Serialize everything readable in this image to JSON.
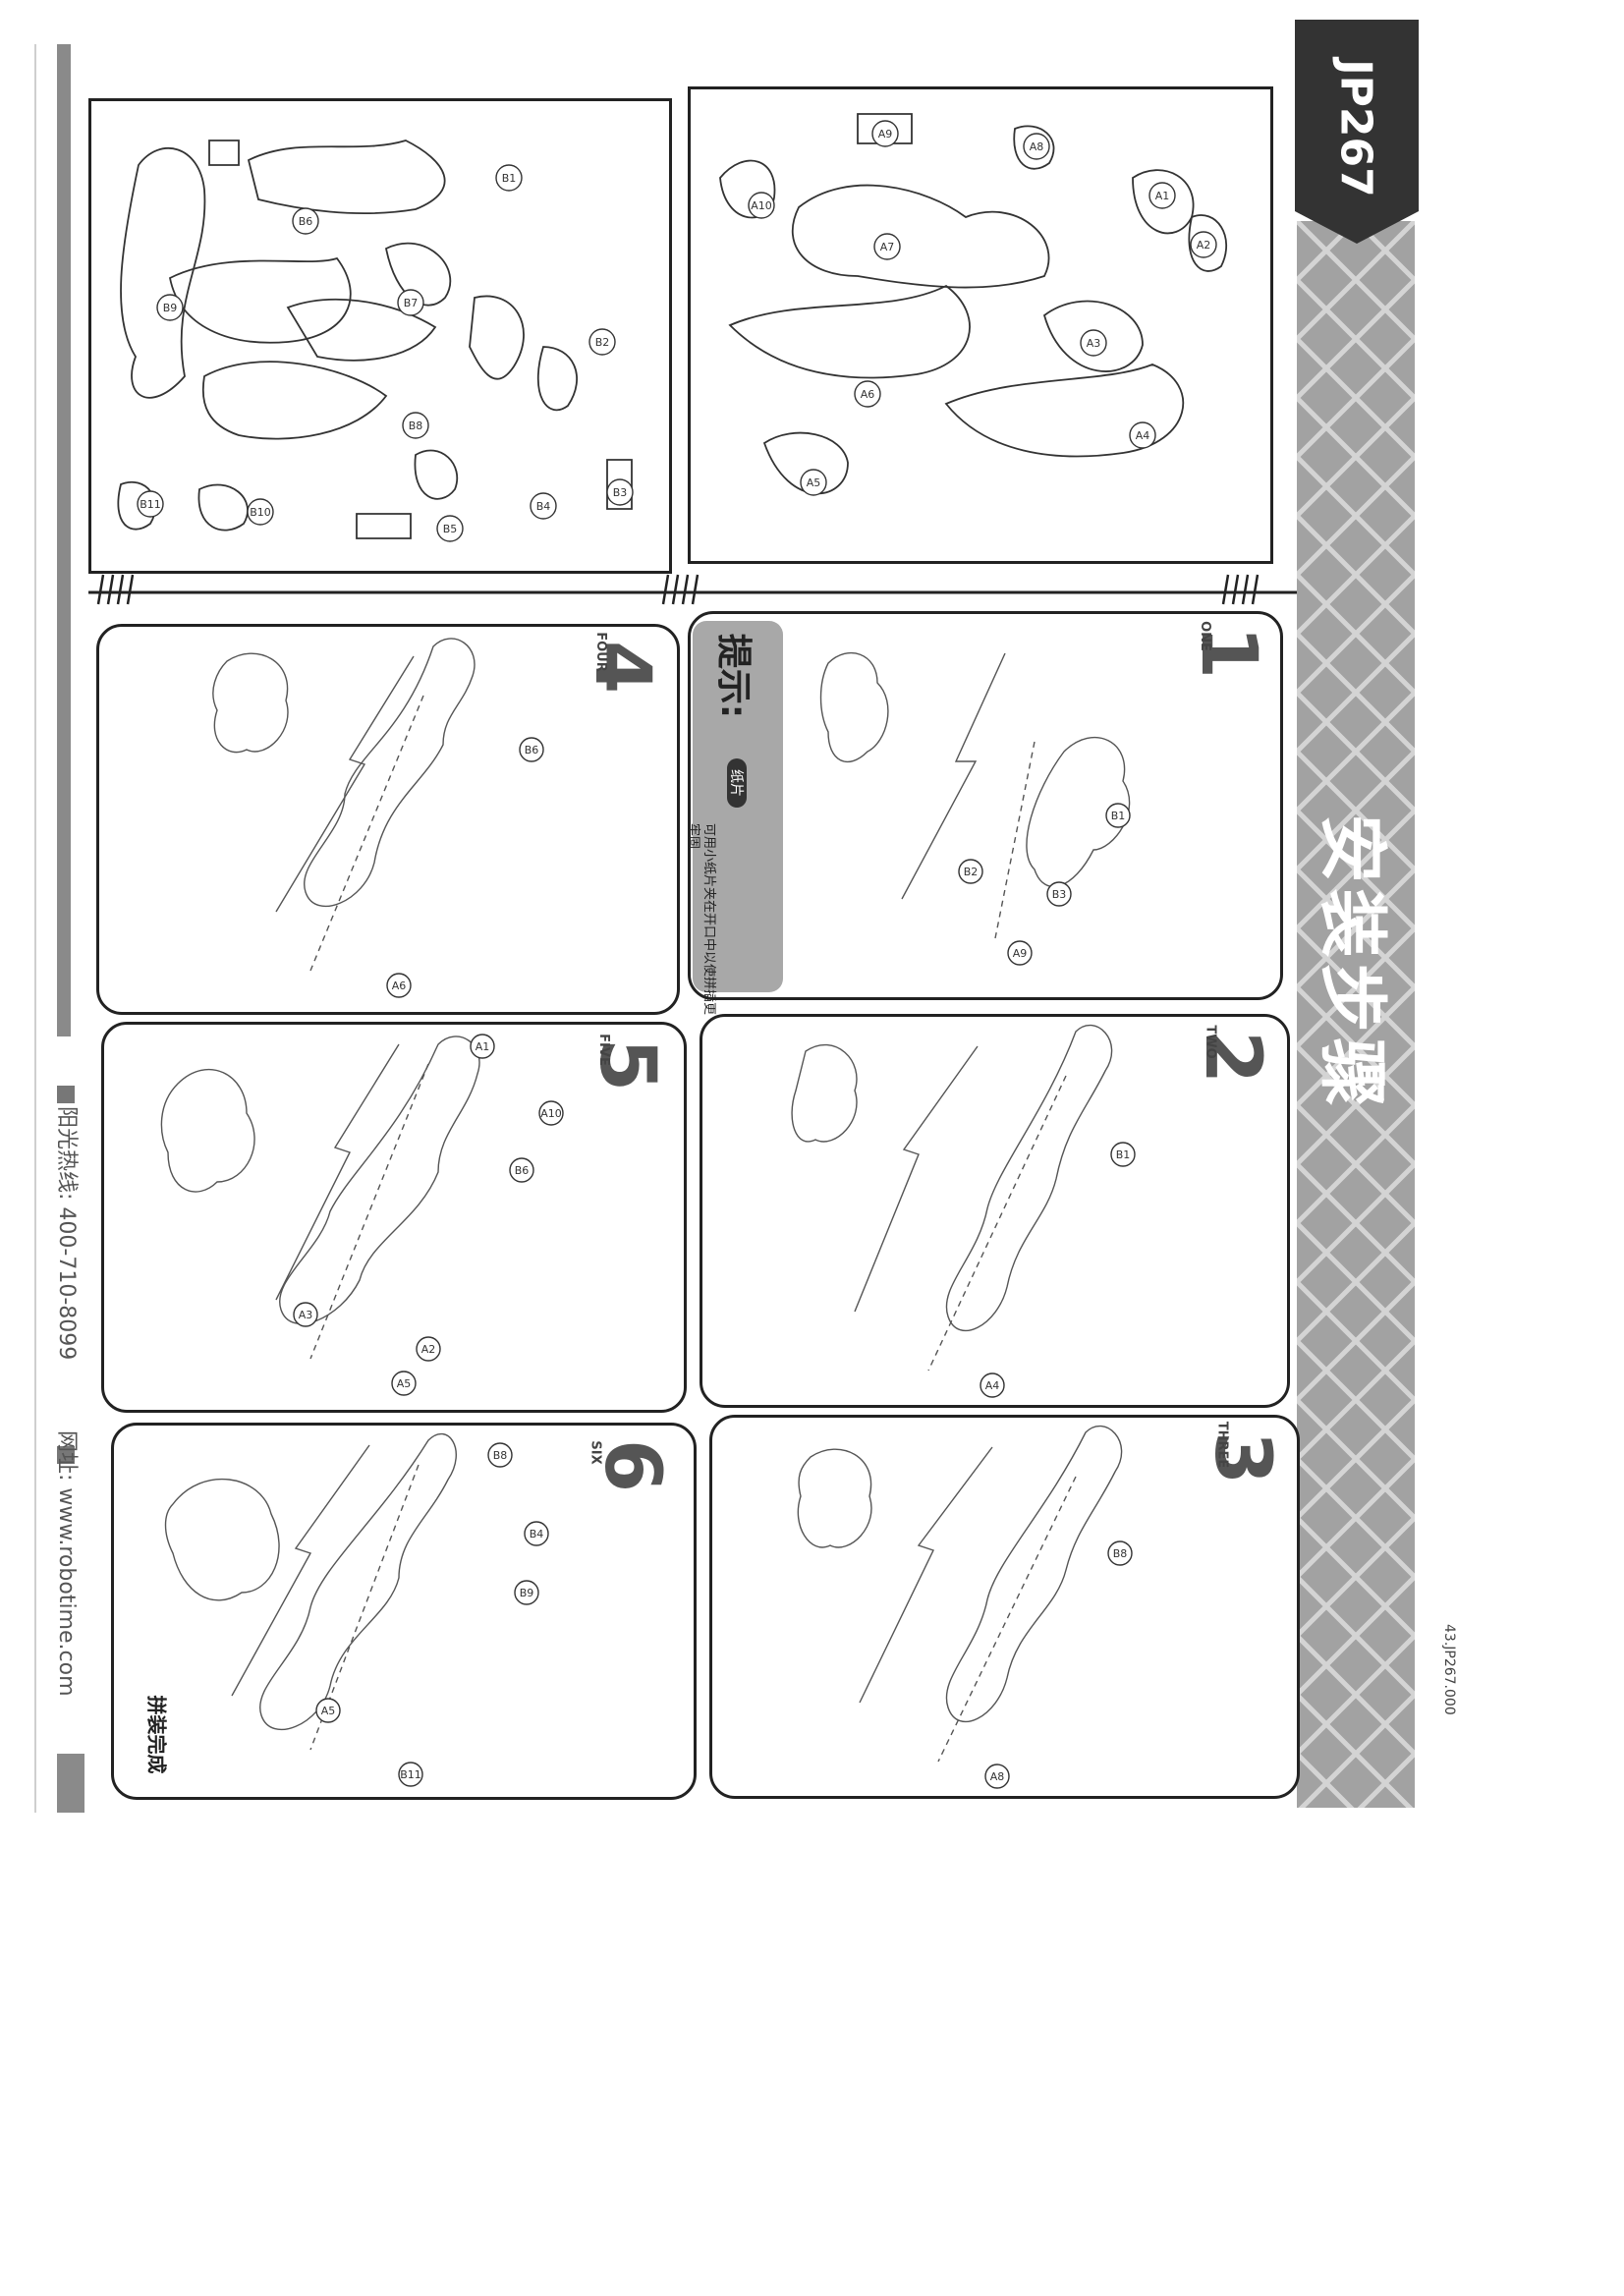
{
  "header": {
    "model": "JP267",
    "title": "安装步骤",
    "code": "43.JP267.000"
  },
  "footer": {
    "hotline_label": "阳光热线:",
    "hotline_number": "400-710-8099",
    "website_label": "网址:",
    "website_url": "www.robotime.com"
  },
  "tip": {
    "heading": "提示:",
    "paper_label": "纸片",
    "text": "可用小纸片夹在开口中以使拼插更牢固"
  },
  "sheet_b_labels": [
    "B1",
    "B2",
    "B3",
    "B4",
    "B5",
    "B6",
    "B7",
    "B8",
    "B9",
    "B10",
    "B11"
  ],
  "sheet_a_labels": [
    "A1",
    "A2",
    "A3",
    "A4",
    "A5",
    "A6",
    "A7",
    "A8",
    "A9",
    "A10"
  ],
  "steps": [
    {
      "number": "1",
      "word": "ONE",
      "labels": [
        "B1",
        "B2",
        "B3",
        "A9"
      ]
    },
    {
      "number": "2",
      "word": "TWO",
      "labels": [
        "B1",
        "A4"
      ]
    },
    {
      "number": "3",
      "word": "THREE",
      "labels": [
        "B8",
        "A8"
      ]
    },
    {
      "number": "4",
      "word": "FOUR",
      "labels": [
        "B6",
        "A6"
      ]
    },
    {
      "number": "5",
      "word": "FIVE",
      "labels": [
        "A1",
        "A10",
        "B6",
        "A3",
        "A2",
        "A5"
      ]
    },
    {
      "number": "6",
      "word": "SIX",
      "labels": [
        "B8",
        "B4",
        "B9",
        "A5",
        "B11"
      ],
      "finished": "拼装完成"
    }
  ],
  "colors": {
    "band": "#9e9e9e",
    "header_dark": "#333333",
    "border": "#222222",
    "tip_bg": "#a8a8a8"
  }
}
